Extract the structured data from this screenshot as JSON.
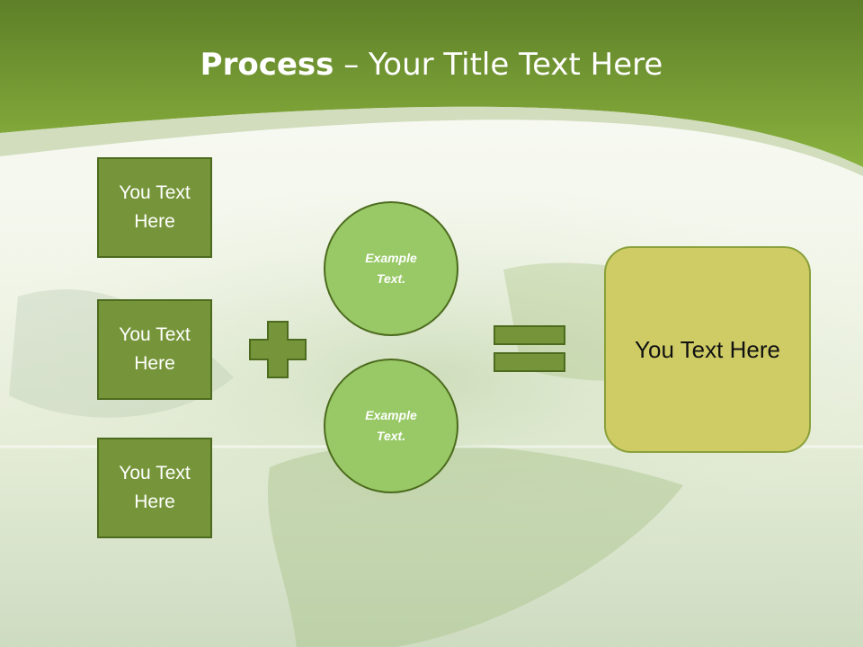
{
  "title": {
    "bold": "Process",
    "separator": " – ",
    "rest": "Your Title Text Here"
  },
  "left_boxes": [
    {
      "label": "You Text Here"
    },
    {
      "label": "You Text Here"
    },
    {
      "label": "You Text Here"
    }
  ],
  "circles": [
    {
      "label": "Example Text."
    },
    {
      "label": "Example Text."
    }
  ],
  "result": {
    "label": "You Text Here"
  },
  "icons": {
    "operator_1": "plus-icon",
    "operator_2": "equals-icon"
  },
  "colors": {
    "header_green": "#7ea534",
    "box_fill": "#76953a",
    "box_border": "#4c6b1e",
    "circle_fill": "#98c966",
    "result_fill": "#cfcc66",
    "operator_fill": "#76953a"
  }
}
